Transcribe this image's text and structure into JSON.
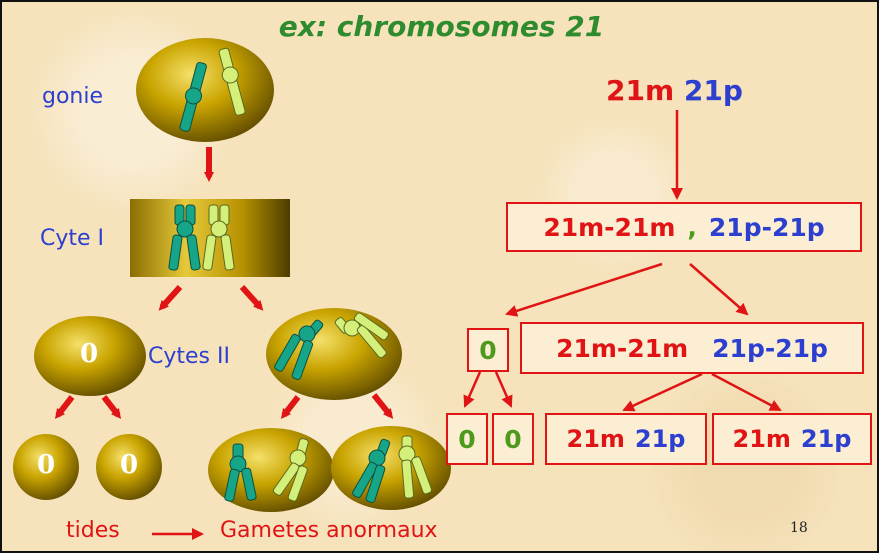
{
  "title": "ex: chromosomes 21",
  "labels": {
    "gonie": "gonie",
    "cyte_i": "Cyte I",
    "cytes_ii": "Cytes II",
    "tides": "tides",
    "gametes": "Gametes anormaux"
  },
  "cells": {
    "zero": "0"
  },
  "right": {
    "top_m": "21m",
    "top_p": "21p",
    "pair_m": "21m-21m",
    "pair_sep": ",",
    "pair_p": "21p-21p",
    "mid_zero": "0",
    "mid_m": "21m-21m",
    "mid_p": "21p-21p",
    "low_zero": "0",
    "low_m": "21m",
    "low_p": "21p"
  },
  "page_number": "18",
  "colors": {
    "arrow": "#e01414",
    "maternal": "#e01414",
    "paternal": "#2d3fcf",
    "zero_box": "#4d9a1c",
    "chrom_dark": "#17a589",
    "chrom_light": "#d4f07a",
    "cell_gold": "#c9a400",
    "background": "#f6e3bc"
  }
}
